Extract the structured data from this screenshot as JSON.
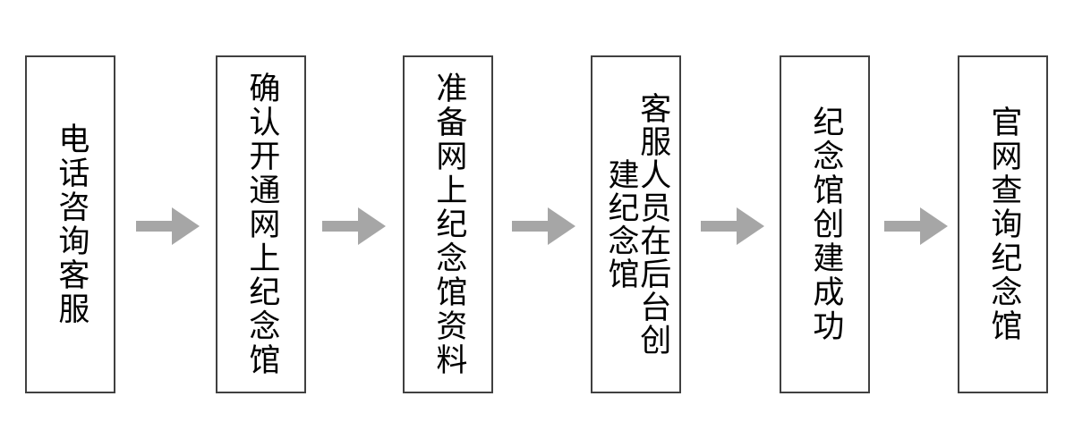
{
  "diagram": {
    "type": "horizontal-process-flow",
    "orientation": "left-to-right",
    "text_direction": "vertical-rl",
    "language": "zh-CN",
    "background_color": "#ffffff",
    "node_border_color": "#404040",
    "node_fill_color": "#ffffff",
    "node_text_color": "#000000",
    "arrow_color": "#a6a6a6",
    "node_count": 6,
    "arrow_count": 5,
    "nodes": [
      {
        "step": 1,
        "label": "电话咨询客服",
        "columns": [
          "电话咨询客服"
        ]
      },
      {
        "step": 2,
        "label": "确认开通网上纪念馆",
        "columns": [
          "确认开通网上纪念馆"
        ]
      },
      {
        "step": 3,
        "label": "准备网上纪念馆资料",
        "columns": [
          "准备网上纪念馆资料"
        ]
      },
      {
        "step": 4,
        "label": "客服人员在后台创建纪念馆",
        "columns": [
          "客服人员在后台",
          "创建纪念馆"
        ]
      },
      {
        "step": 5,
        "label": "纪念馆创建成功",
        "columns": [
          "纪念馆创建成功"
        ]
      },
      {
        "step": 6,
        "label": "官网查询纪念馆",
        "columns": [
          "官网查询纪念馆"
        ]
      }
    ],
    "arrows": [
      {
        "index": 1,
        "from_step": 1,
        "to_step": 2,
        "direction": "right"
      },
      {
        "index": 2,
        "from_step": 2,
        "to_step": 3,
        "direction": "right"
      },
      {
        "index": 3,
        "from_step": 3,
        "to_step": 4,
        "direction": "right"
      },
      {
        "index": 4,
        "from_step": 4,
        "to_step": 5,
        "direction": "right"
      },
      {
        "index": 5,
        "from_step": 5,
        "to_step": 6,
        "direction": "right"
      }
    ]
  }
}
